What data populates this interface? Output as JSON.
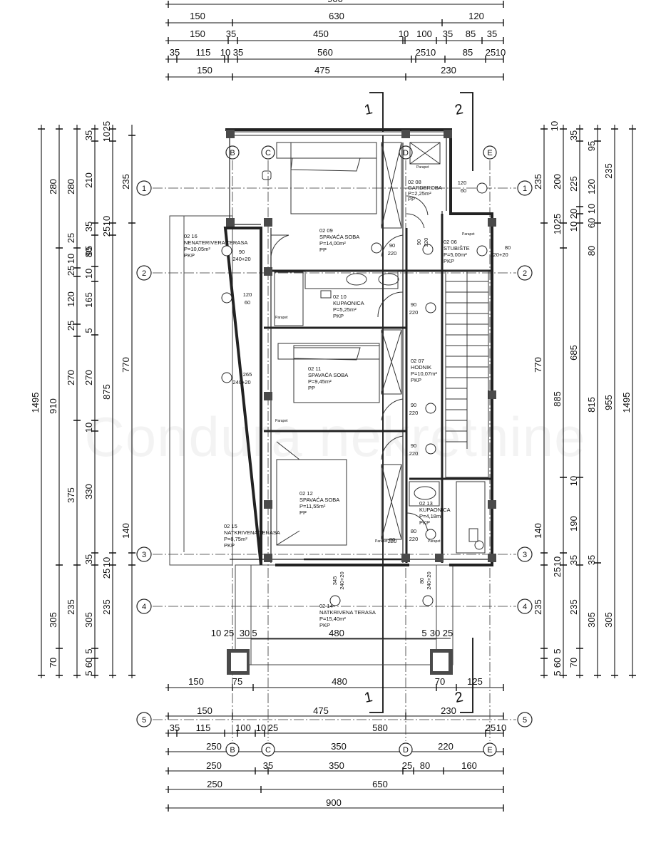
{
  "watermark": "Condura nekretnine",
  "colors": {
    "line": "#111111",
    "wall": "#333333",
    "column": "#4a4a4a",
    "axis": "#222222"
  },
  "axes": {
    "rows": [
      "1",
      "2",
      "3",
      "4",
      "5"
    ],
    "cols": [
      "B",
      "C",
      "D",
      "E"
    ],
    "sections": [
      "1",
      "2"
    ]
  },
  "dims_top": {
    "r0": [
      "900"
    ],
    "r1": [
      "150",
      "630",
      "120"
    ],
    "r2": [
      "150",
      "35",
      "450",
      "10",
      "100",
      "35",
      "85",
      "35"
    ],
    "r3": [
      "35",
      "115",
      "10",
      "35",
      "560",
      "25",
      "10",
      "85",
      "25",
      "10"
    ],
    "r4": [
      "150",
      "475",
      "230"
    ]
  },
  "dims_bottom": {
    "r1": [
      "150",
      "75",
      "480",
      "70",
      "125"
    ],
    "r2": [
      "150",
      "475",
      "230"
    ],
    "r3": [
      "35",
      "115",
      "100",
      "10",
      "25",
      "580",
      "25",
      "10"
    ],
    "r4": [
      "250",
      "350",
      "220"
    ],
    "r5": [
      "250",
      "35",
      "350",
      "25",
      "80",
      "160"
    ],
    "r6": [
      "250",
      "650"
    ],
    "r7": [
      "900"
    ]
  },
  "dims_left": {
    "c1": [
      "1495"
    ],
    "c2": [
      "280",
      "910",
      "305",
      "70"
    ],
    "c3": [
      "280",
      "25",
      "10",
      "25",
      "120",
      "25",
      "270",
      "375",
      "235"
    ],
    "c4": [
      "35",
      "210",
      "35",
      "80",
      "95",
      "10",
      "165",
      "5",
      "270",
      "10",
      "330",
      "35",
      "305",
      "5",
      "60",
      "5"
    ],
    "c5": [
      "25",
      "10",
      "235",
      "10",
      "25",
      "770",
      "875",
      "140",
      "10",
      "25",
      "235"
    ]
  },
  "dims_right": {
    "c1": [
      "10",
      "235",
      "25",
      "10",
      "770",
      "885",
      "140",
      "10",
      "25",
      "235",
      "5",
      "60",
      "5"
    ],
    "c2": [
      "35",
      "200",
      "80",
      "685",
      "815",
      "10",
      "190",
      "35",
      "235",
      "70"
    ],
    "c3": [
      "95",
      "225",
      "10",
      "60",
      "20",
      "10",
      "955",
      "35",
      "305"
    ],
    "c4": [
      "235",
      "120",
      "1495",
      "305"
    ]
  },
  "rooms": [
    {
      "code": "02 16",
      "name": "NENATERIVERA TERASA",
      "area": "P=10,05m²",
      "floor": "PKP"
    },
    {
      "code": "02 09",
      "name": "SPAVAĆA SOBA",
      "area": "P=14,00m²",
      "floor": "PP"
    },
    {
      "code": "02 08",
      "name": "GARDEROBA",
      "area": "P=2,25m²",
      "floor": "PP"
    },
    {
      "code": "02 06",
      "name": "STUBIŠTE",
      "area": "P=5,00m²",
      "floor": "PKP"
    },
    {
      "code": "02 10",
      "name": "KUPAONICA",
      "area": "P=5,25m²",
      "floor": "PKP"
    },
    {
      "code": "02 11",
      "name": "SPAVAĆA SOBA",
      "area": "P=9,45m²",
      "floor": "PP"
    },
    {
      "code": "02 07",
      "name": "HODNIK",
      "area": "P=10,07m²",
      "floor": "PKP"
    },
    {
      "code": "02 12",
      "name": "SPAVAĆA SOBA",
      "area": "P=11,55m²",
      "floor": "PP"
    },
    {
      "code": "02 13",
      "name": "KUPAONICA",
      "area": "P=4,18m²",
      "floor": "PKP"
    },
    {
      "code": "02 15",
      "name": "NATKRIVENA TERASA",
      "area": "P=8,75m²",
      "floor": "PKP"
    },
    {
      "code": "02 14",
      "name": "NATKRIVENA TERASA",
      "area": "P=15,40m²",
      "floor": "PKP"
    }
  ],
  "openings": {
    "o1": [
      "90",
      "240+20"
    ],
    "o2": [
      "120",
      "60"
    ],
    "o3": [
      "265",
      "240+20"
    ],
    "o4": [
      "90",
      "220"
    ],
    "o5": [
      "90",
      "220"
    ],
    "o6": [
      "90",
      "220"
    ],
    "o7": [
      "90",
      "220"
    ],
    "o8": [
      "90",
      "220"
    ],
    "o9": [
      "80",
      "220"
    ],
    "o10": [
      "120",
      "60"
    ],
    "o11": [
      "80",
      "220+20"
    ],
    "o12": [
      "345",
      "240+20"
    ],
    "o13": [
      "80",
      "240+20"
    ],
    "o14": [
      "80",
      "220"
    ]
  },
  "terrace_dims": {
    "left": [
      "10",
      "25",
      "30",
      "5"
    ],
    "main": "480",
    "right": [
      "5",
      "30",
      "25"
    ]
  },
  "small_labels": [
    "Parapet",
    "Parapet",
    "Parapet",
    "Parapet",
    "Parapet",
    "Parapet"
  ]
}
